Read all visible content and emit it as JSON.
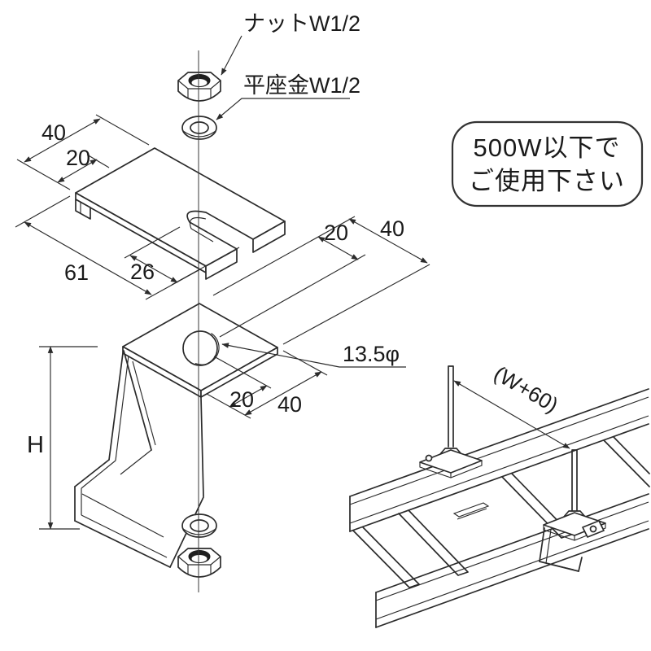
{
  "page": {
    "background": "#ffffff",
    "line_color": "#2b2b2b",
    "text_color": "#1a1a1a"
  },
  "note_box": {
    "line1": "500W以下で",
    "line2": "ご使用下さい"
  },
  "labels": {
    "top_nut": "ナットW1/2",
    "top_washer": "平座金W1/2",
    "hole_diameter": "13.5φ",
    "bracket_height": "H",
    "rod_span": "(W+60)"
  },
  "dimensions": {
    "plate_width": "40",
    "plate_width_half": "20",
    "plate_length": "61",
    "slot_length": "26",
    "bracket_top_width": "40",
    "bracket_top_width_half": "20",
    "bracket_top_depth": "40",
    "bracket_top_depth_half": "20"
  }
}
